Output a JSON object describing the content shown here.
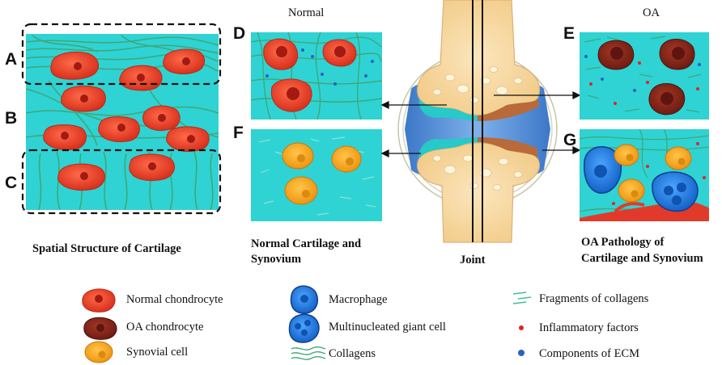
{
  "panels": {
    "A": "A",
    "B": "B",
    "C": "C",
    "D": "D",
    "E": "E",
    "F": "F",
    "G": "G"
  },
  "headers": {
    "normal": "Normal",
    "oa": "OA"
  },
  "captions": {
    "spatial": "Spatial Structure of Cartilage",
    "normal_line1": "Normal Cartilage and",
    "normal_line2": "Synovium",
    "joint": "Joint",
    "oa_line1": "OA Pathology of",
    "oa_line2": "Cartilage and Synovium"
  },
  "legend": [
    {
      "label": "Normal chondrocyte",
      "icon": "normal-chondrocyte-icon"
    },
    {
      "label": "OA chondrocyte",
      "icon": "oa-chondrocyte-icon"
    },
    {
      "label": "Synovial cell",
      "icon": "synovial-cell-icon"
    },
    {
      "label": "Macrophage",
      "icon": "macrophage-icon"
    },
    {
      "label": "Multinucleated giant cell",
      "icon": "giant-cell-icon"
    },
    {
      "label": "Collagens",
      "icon": "collagen-icon"
    },
    {
      "label": "Fragments of collagens",
      "icon": "collagen-fragment-icon"
    },
    {
      "label": "Inflammatory factors",
      "icon": "inflammatory-factor-icon"
    },
    {
      "label": "Components of ECM",
      "icon": "ecm-component-icon"
    }
  ],
  "colors": {
    "tissue": "#2fd3d3",
    "fiber": "#3fa87a",
    "normal_cell": "#e53a22",
    "normal_nucleus": "#a21a12",
    "oa_cell": "#8a2418",
    "oa_nucleus": "#5e150f",
    "synovial": "#f5a315",
    "macrophage": "#1e7fe0",
    "bone": "#f7d9a3",
    "joint_blue": "#4e8fd6",
    "red_factor": "#e02424",
    "blue_ecm": "#2a5fc8"
  }
}
